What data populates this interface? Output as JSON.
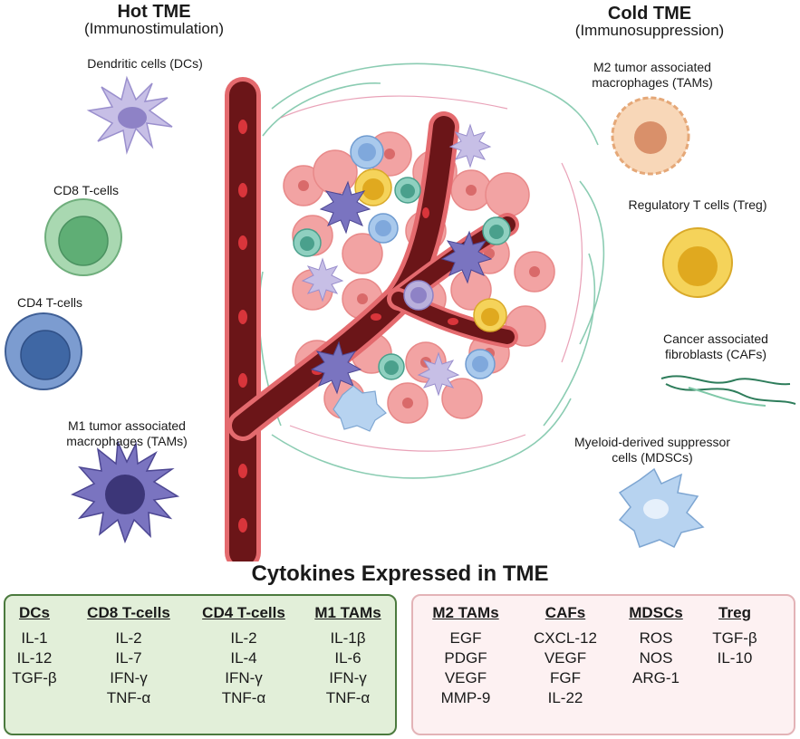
{
  "hot_tme": {
    "title": "Hot TME",
    "subtitle": "(Immunostimulation)"
  },
  "cold_tme": {
    "title": "Cold TME",
    "subtitle": "(Immunosuppression)"
  },
  "left_cells": {
    "dcs": "Dendritic cells (DCs)",
    "cd8": "CD8 T-cells",
    "cd4": "CD4 T-cells",
    "m1_line1": "M1 tumor associated",
    "m1_line2": "macrophages (TAMs)"
  },
  "right_cells": {
    "m2_line1": "M2 tumor associated",
    "m2_line2": "macrophages (TAMs)",
    "treg": "Regulatory T cells (Treg)",
    "caf_line1": "Cancer associated",
    "caf_line2": "fibroblasts (CAFs)",
    "mdsc_line1": "Myeloid-derived suppressor",
    "mdsc_line2": "cells (MDSCs)"
  },
  "cytokines": {
    "title": "Cytokines Expressed in TME",
    "hot": [
      {
        "header": "DCs",
        "items": [
          "IL-1",
          "IL-12",
          "TGF-β"
        ]
      },
      {
        "header": "CD8 T-cells",
        "items": [
          "IL-2",
          "IL-7",
          "IFN-γ",
          "TNF-α"
        ]
      },
      {
        "header": "CD4 T-cells",
        "items": [
          "IL-2",
          "IL-4",
          "IFN-γ",
          "TNF-α"
        ]
      },
      {
        "header": "M1 TAMs",
        "items": [
          "IL-1β",
          "IL-6",
          "IFN-γ",
          "TNF-α"
        ]
      }
    ],
    "cold": [
      {
        "header": "M2 TAMs",
        "items": [
          "EGF",
          "PDGF",
          "VEGF",
          "MMP-9"
        ]
      },
      {
        "header": "CAFs",
        "items": [
          "CXCL-12",
          "VEGF",
          "FGF",
          "IL-22"
        ]
      },
      {
        "header": "MDSCs",
        "items": [
          "ROS",
          "NOS",
          "ARG-1"
        ]
      },
      {
        "header": "Treg",
        "items": [
          "TGF-β",
          "IL-10"
        ]
      }
    ]
  },
  "colors": {
    "dc": "#b9b0dc",
    "cd8": "#8fc99a",
    "cd4": "#5b7fb7",
    "m1": "#6a64a8",
    "m2": "#f5c9a5",
    "treg": "#f2c744",
    "caf": "#2e7d5b",
    "mdsc": "#a9c9ec",
    "vessel": "#6b1518",
    "tumor": "#f2a3a3",
    "hot_panel": "#e2efd9",
    "cold_panel": "#fdf1f2"
  }
}
